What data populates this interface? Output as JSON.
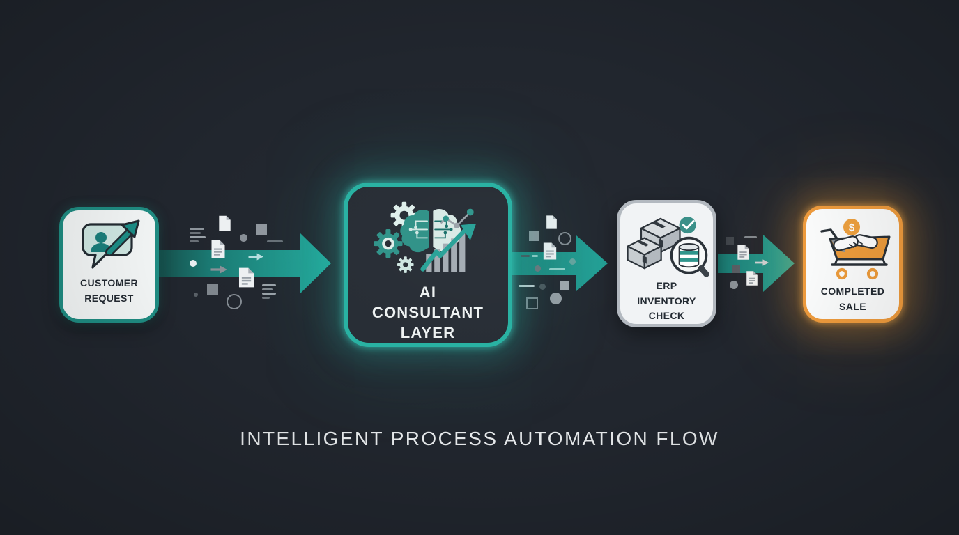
{
  "title": "INTELLIGENT PROCESS AUTOMATION FLOW",
  "colors": {
    "background": "#21262e",
    "arrow_teal": "#21a096",
    "teal_border": "#27b1a2",
    "teal_dark": "#1a7f7b",
    "mint": "#cfe7e2",
    "orange": "#f09c3d",
    "light_box": "#f3f6f6",
    "dark_box": "#262c34",
    "gray_border": "#b2b8bf",
    "label_dark": "#232a32",
    "label_light": "#eef2f2",
    "gray_shape": "#9aa1a8"
  },
  "stages": [
    {
      "id": "customer-request",
      "label": "CUSTOMER REQUEST",
      "lines": [
        "CUSTOMER",
        "REQUEST"
      ],
      "icon": "customer-chat-growth-icon"
    },
    {
      "id": "ai-consultant-layer",
      "label": "AI CONSULTANT LAYER",
      "lines": [
        "AI",
        "CONSULTANT",
        "LAYER"
      ],
      "icon": "ai-brain-gears-analytics-icon"
    },
    {
      "id": "erp-inventory-check",
      "label": "ERP INVENTORY CHECK",
      "lines": [
        "ERP",
        "INVENTORY",
        "CHECK"
      ],
      "icon": "inventory-boxes-search-icon",
      "badge_icon": "check-icon"
    },
    {
      "id": "completed-sale",
      "label": "COMPLETED SALE",
      "lines": [
        "COMPLETED",
        "SALE"
      ],
      "icon": "cart-handshake-icon",
      "currency_symbol": "$"
    }
  ],
  "connectors": [
    {
      "name": "flow-arrow-1",
      "from": "customer-request",
      "to": "ai-consultant-layer"
    },
    {
      "name": "flow-arrow-2",
      "from": "ai-consultant-layer",
      "to": "erp-inventory-check"
    },
    {
      "name": "flow-arrow-3",
      "from": "erp-inventory-check",
      "to": "completed-sale"
    }
  ],
  "decoration_icons": [
    "document-icon",
    "document-lines-icon",
    "mini-arrow-icon",
    "square-dot",
    "circle-dot",
    "line-dash",
    "text-lines"
  ]
}
